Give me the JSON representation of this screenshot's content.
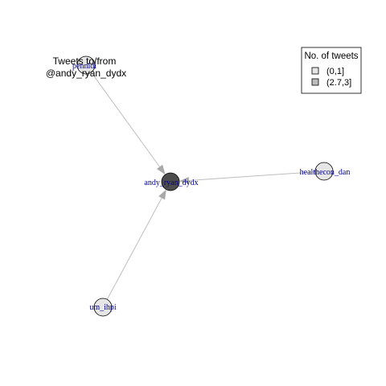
{
  "title": {
    "line1": "Tweets to/from",
    "line2": "@andy_ryan_dydx"
  },
  "legend": {
    "title": "No. of tweets",
    "items": [
      {
        "label": "(0,1]",
        "color": "#e6e6e6"
      },
      {
        "label": "(2.7,3]",
        "color": "#bdbdbd"
      }
    ]
  },
  "nodes": [
    {
      "id": "andy",
      "label": "andy_ryan_dydx",
      "fill": "#4d4d4d"
    },
    {
      "id": "pennldi",
      "label": "pennldi",
      "fill": "#e6e6e6"
    },
    {
      "id": "healthecon",
      "label": "healthecon_dan",
      "fill": "#e6e6e6"
    },
    {
      "id": "um_ihpi",
      "label": "um_ihpi",
      "fill": "#e6e6e6"
    }
  ],
  "edges": [
    {
      "from": "pennldi",
      "to": "andy"
    },
    {
      "from": "healthecon",
      "to": "andy"
    },
    {
      "from": "um_ihpi",
      "to": "andy"
    }
  ],
  "colors": {
    "edge": "#bdbdbd",
    "arrow": "#a9a9a9",
    "label": "#00008b"
  }
}
